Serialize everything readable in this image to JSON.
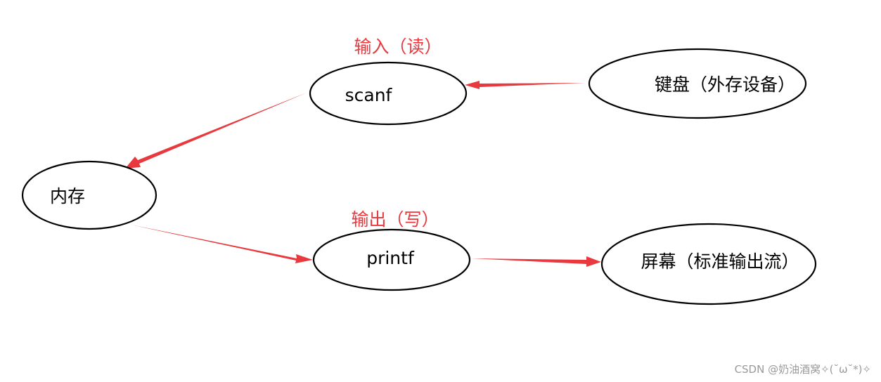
{
  "colors": {
    "arrow": "#e8393e",
    "edge_label": "#e8393e",
    "node_stroke": "#000000",
    "watermark": "#9a9a9a"
  },
  "nodes": {
    "scanf": {
      "label": "scanf"
    },
    "keyboard": {
      "label": "键盘（外存设备）"
    },
    "memory": {
      "label": "内存"
    },
    "printf": {
      "label": "printf"
    },
    "screen": {
      "label": "屏幕（标准输出流）"
    }
  },
  "edges": [
    {
      "from": "keyboard",
      "to": "scanf"
    },
    {
      "from": "scanf",
      "to": "memory"
    },
    {
      "from": "memory",
      "to": "printf"
    },
    {
      "from": "printf",
      "to": "screen"
    }
  ],
  "edge_labels": {
    "input": "输入（读）",
    "output": "输出（写）"
  },
  "watermark": "CSDN @奶油酒窝✧(˘ω˘*)✧"
}
